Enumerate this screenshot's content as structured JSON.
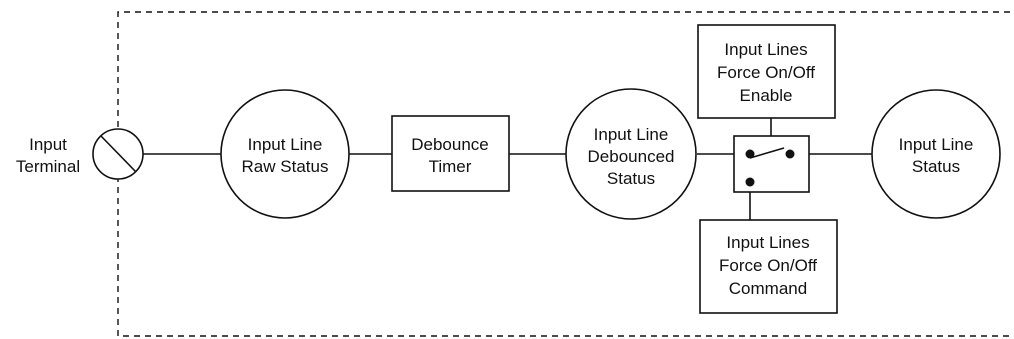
{
  "input_terminal": {
    "line1": "Input",
    "line2": "Terminal"
  },
  "raw_status": {
    "line1": "Input Line",
    "line2": "Raw Status"
  },
  "debounce_timer": {
    "line1": "Debounce",
    "line2": "Timer"
  },
  "debounced_status": {
    "line1": "Input Line",
    "line2": "Debounced",
    "line3": "Status"
  },
  "force_enable": {
    "line1": "Input Lines",
    "line2": "Force On/Off",
    "line3": "Enable"
  },
  "force_command": {
    "line1": "Input Lines",
    "line2": "Force On/Off",
    "line3": "Command"
  },
  "line_status": {
    "line1": "Input Line",
    "line2": "Status"
  }
}
